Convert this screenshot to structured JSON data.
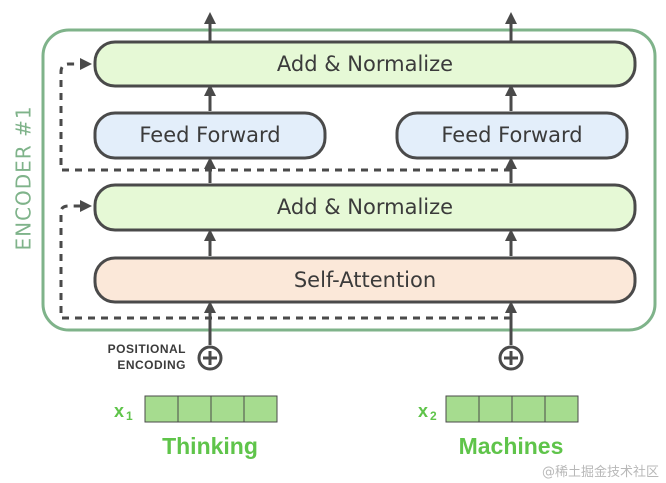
{
  "encoder": {
    "label": "ENCODER #1",
    "add_normalize_top": "Add & Normalize",
    "feed_forward_left": "Feed Forward",
    "feed_forward_right": "Feed Forward",
    "add_normalize_bottom": "Add & Normalize",
    "self_attention": "Self-Attention"
  },
  "positional_encoding": {
    "line1": "POSITIONAL",
    "line2": "ENCODING"
  },
  "inputs": [
    {
      "var": "x",
      "sub": "1",
      "word": "Thinking"
    },
    {
      "var": "x",
      "sub": "2",
      "word": "Machines"
    }
  ],
  "watermark": "@稀土掘金技术社区",
  "colors": {
    "encoder_border": "#7fb38a",
    "add_normalize_fill": "#e6f9d6",
    "feed_forward_fill": "#e3eefa",
    "self_attention_fill": "#fbe8d9",
    "block_stroke": "#4a4a4a",
    "vector_fill": "#a6dc8f",
    "word_color": "#5fc44a"
  }
}
